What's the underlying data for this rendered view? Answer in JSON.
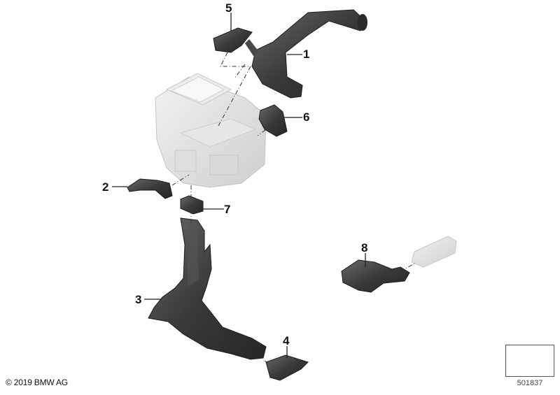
{
  "diagram": {
    "title": "BMW heater/AC housing air ducts parts diagram",
    "copyright": "© 2019 BMW AG",
    "diagram_number": "501837",
    "callouts": [
      {
        "number": "1",
        "part": "air duct (upper, long)"
      },
      {
        "number": "2",
        "part": "air duct (small left)"
      },
      {
        "number": "3",
        "part": "footwell air duct (large lower)"
      },
      {
        "number": "4",
        "part": "air duct outlet end piece"
      },
      {
        "number": "5",
        "part": "air duct connector (top)"
      },
      {
        "number": "6",
        "part": "air duct adapter (right)"
      },
      {
        "number": "7",
        "part": "connecting piece"
      },
      {
        "number": "8",
        "part": "air duct with connector (rear)"
      }
    ],
    "colors": {
      "part_dark": "#3c3c3c",
      "part_mid": "#5a5a5a",
      "housing_light": "#e2e2e2",
      "leader_line": "#222222",
      "background": "#ffffff"
    }
  }
}
